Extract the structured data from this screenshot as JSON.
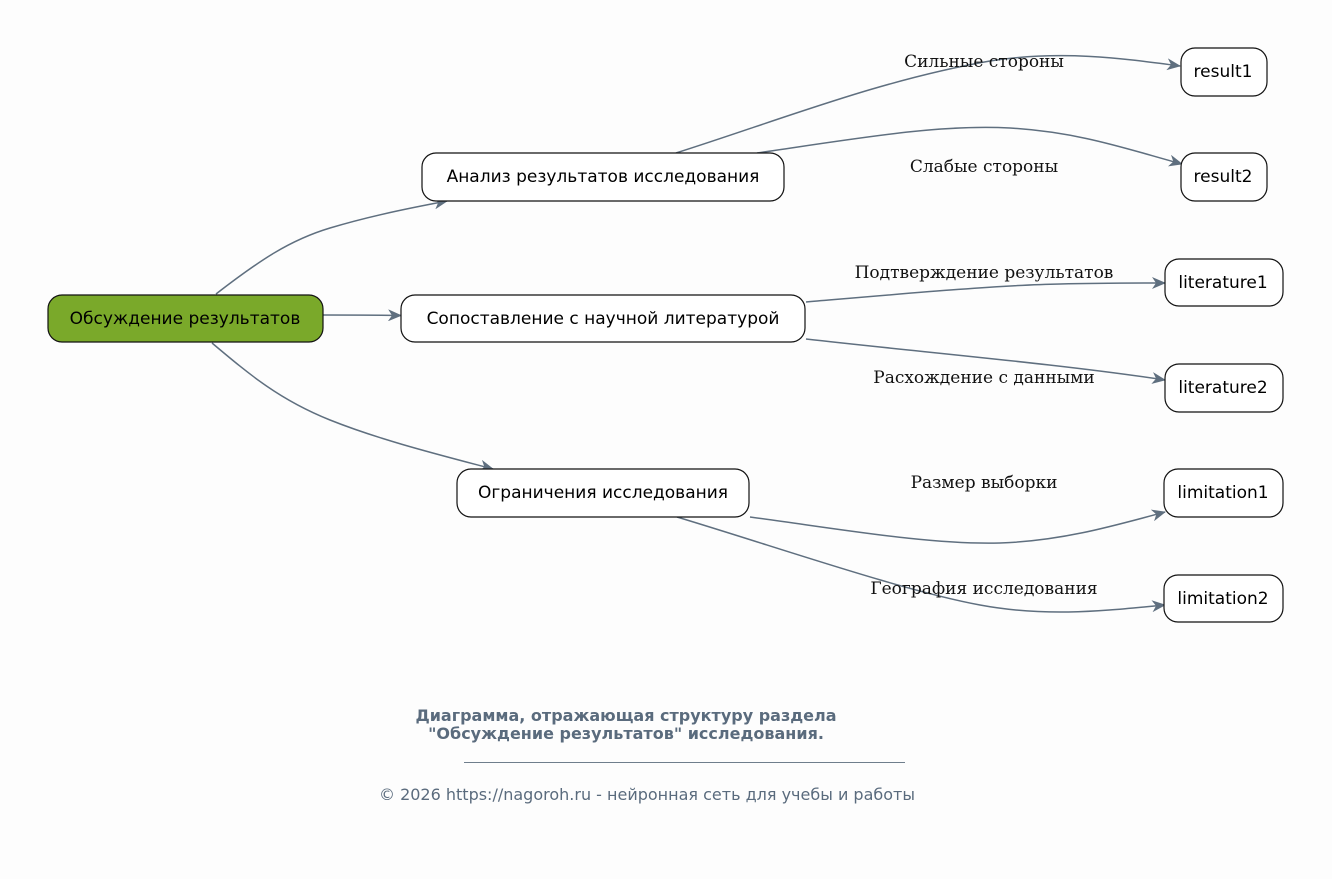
{
  "diagram": {
    "nodes": [
      {
        "id": "root",
        "label": "Обсуждение результатов",
        "fill": "#7aa92a",
        "root": true
      },
      {
        "id": "analysis",
        "label": "Анализ результатов исследования",
        "fill": "#ffffff"
      },
      {
        "id": "literature",
        "label": "Сопоставление с научной литературой",
        "fill": "#ffffff"
      },
      {
        "id": "limitations",
        "label": "Ограничения исследования",
        "fill": "#ffffff"
      },
      {
        "id": "result1",
        "label": "result1",
        "fill": "#ffffff"
      },
      {
        "id": "result2",
        "label": "result2",
        "fill": "#ffffff"
      },
      {
        "id": "literature1",
        "label": "literature1",
        "fill": "#ffffff"
      },
      {
        "id": "literature2",
        "label": "literature2",
        "fill": "#ffffff"
      },
      {
        "id": "limitation1",
        "label": "limitation1",
        "fill": "#ffffff"
      },
      {
        "id": "limitation2",
        "label": "limitation2",
        "fill": "#ffffff"
      }
    ],
    "edges": [
      {
        "from": "root",
        "to": "analysis",
        "label": ""
      },
      {
        "from": "root",
        "to": "literature",
        "label": ""
      },
      {
        "from": "root",
        "to": "limitations",
        "label": ""
      },
      {
        "from": "analysis",
        "to": "result1",
        "label": "Сильные стороны"
      },
      {
        "from": "analysis",
        "to": "result2",
        "label": "Слабые стороны"
      },
      {
        "from": "literature",
        "to": "literature1",
        "label": "Подтверждение результатов"
      },
      {
        "from": "literature",
        "to": "literature2",
        "label": "Расхождение с данными"
      },
      {
        "from": "limitations",
        "to": "limitation1",
        "label": "Размер выборки"
      },
      {
        "from": "limitations",
        "to": "limitation2",
        "label": "География исследования"
      }
    ],
    "edge_color": "#5f6f7f"
  },
  "caption": {
    "title": "Диаграмма, отражающая структуру раздела\n\"Обсуждение результатов\" исследования.",
    "footer": "© 2026 https://nagoroh.ru - нейронная сеть для учебы и работы"
  }
}
